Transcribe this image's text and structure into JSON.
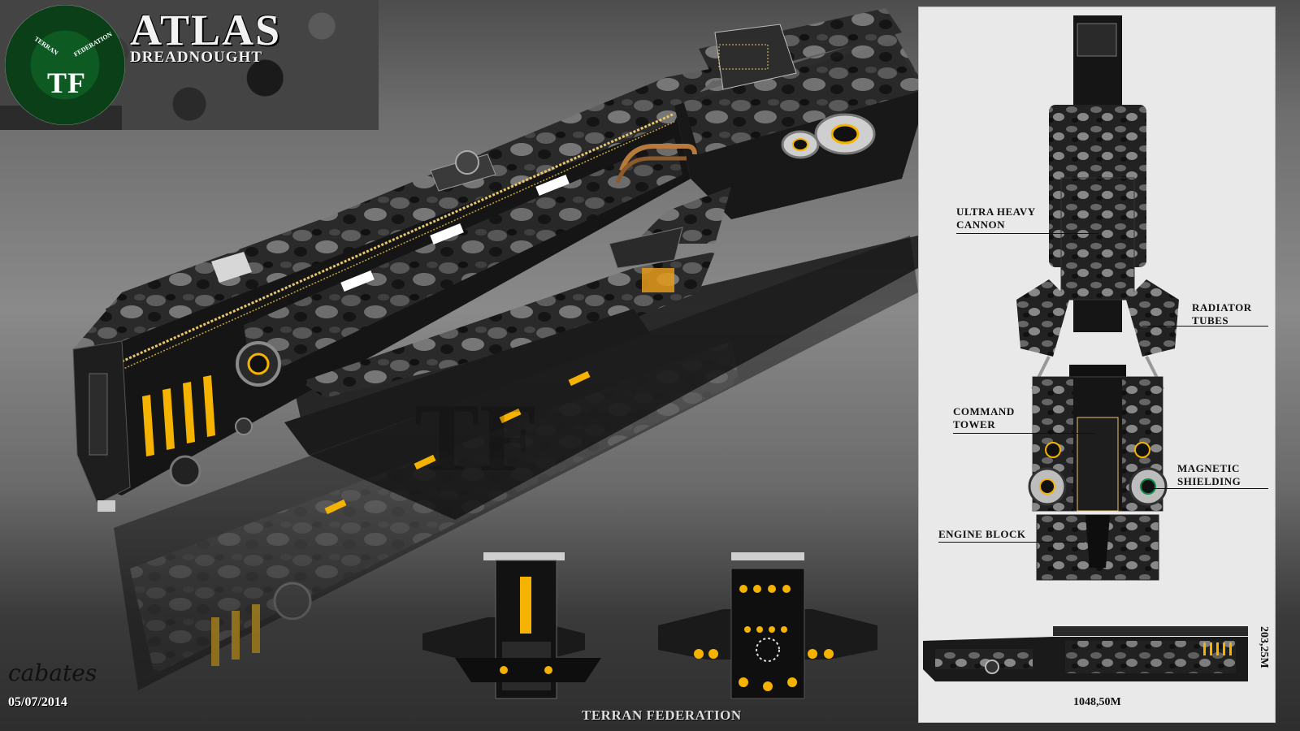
{
  "header": {
    "title": "ATLAS",
    "subtitle": "DREADNOUGHT",
    "badge": {
      "initials": "TF",
      "ring_left": "TERRAN",
      "ring_right": "FEDERATION",
      "color": "#0d5b22"
    }
  },
  "watermark": "TF",
  "schematic": {
    "callouts": [
      {
        "id": "cannon",
        "text": "ULTRA HEAVY CANNON"
      },
      {
        "id": "radiator",
        "text": "RADIATOR TUBES"
      },
      {
        "id": "tower",
        "text": "COMMAND TOWER"
      },
      {
        "id": "shield",
        "text": "MAGNETIC SHIELDING"
      },
      {
        "id": "engine",
        "text": "ENGINE BLOCK"
      }
    ],
    "length": "1048,50M",
    "height": "203,25M"
  },
  "signature": "cabates",
  "date": "05/07/2014",
  "footer": "TERRAN FEDERATION",
  "colors": {
    "accent": "#f5b300",
    "hull": "#1c1c1c",
    "camo": "#5a5a5a"
  }
}
